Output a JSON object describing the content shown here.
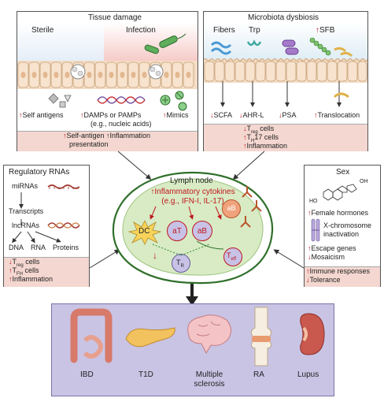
{
  "tissue_damage": {
    "title": "Tissue damage",
    "sterile": "Sterile",
    "infection": "Infection",
    "self_antigens": "Self antigens",
    "damps": "DAMPs or PAMPs",
    "damps_sub": "(e.g., nucleic acids)",
    "mimics": "Mimics",
    "footer_line1": "Self-antigen ↑Inflammation",
    "footer_line2": "presentation"
  },
  "microbiota": {
    "title": "Microbiota dysbiosis",
    "fibers": "Fibers",
    "trp": "Trp",
    "sfb": "SFB",
    "scfa": "SCFA",
    "ahrl": "AHR-L",
    "psa": "PSA",
    "translocation": "Translocation",
    "treg": "T",
    "treg_sub": "reg",
    "treg_suffix": "cells",
    "th17": "T",
    "th17_sub": "H",
    "th17_suffix": "17 cells",
    "inflammation": "Inflammation"
  },
  "regulatory_rnas": {
    "title": "Regulatory RNAs",
    "mirnas": "miRNAs",
    "transcripts": "Transcripts",
    "lncrnas": "lncRNAs",
    "dna": "DNA",
    "rna": "RNA",
    "proteins": "Proteins",
    "treg_sub": "reg",
    "tfh_sub": "FH",
    "cells": "cells",
    "inflammation": "Inflammation"
  },
  "lymph_node": {
    "title": "Lymph node",
    "cytokines_line1": "↑Inflammatory cytokines",
    "cytokines_line2": "(e.g., IFN-I, IL-17)",
    "dc": "DC",
    "at": "aT",
    "ab": "aB",
    "ab2": "aB",
    "tr": "T",
    "tr_sub": "R",
    "teff": "T",
    "teff_sub": "eff"
  },
  "sex": {
    "title": "Sex",
    "oh": "OH",
    "ho": "HO",
    "female_hormones": "Female hormones",
    "x_line1": "X-chromosome",
    "x_line2": "inactivation",
    "escape_genes": "Escape genes",
    "mosaicism": "Mosaicism",
    "immune_responses": "Immune responses",
    "tolerance": "Tolerance"
  },
  "diseases": [
    "IBD",
    "T1D",
    "Multiple",
    "RA",
    "Lupus"
  ],
  "disease_ms_line2": "sclerosis",
  "colors": {
    "red": "#c0171f",
    "pink_panel": "#f4d7d0",
    "lymph_green": "#d8ebc4",
    "disease_bg": "#c9c4e4",
    "cell_purple": "#c8c2e6"
  }
}
